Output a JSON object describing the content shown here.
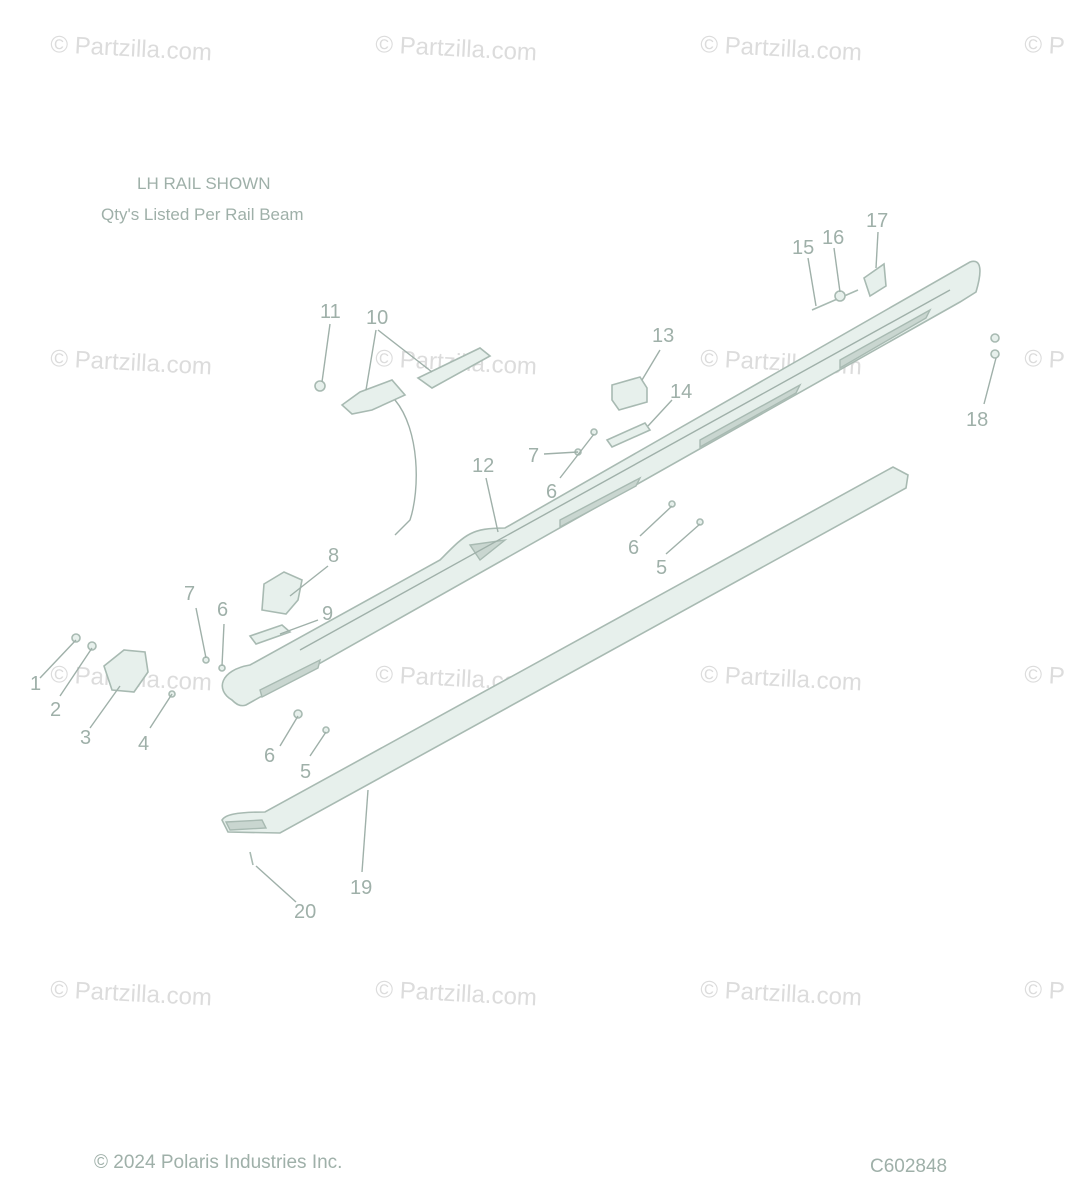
{
  "notes": {
    "rail_side": "LH RAIL SHOWN",
    "qty_note": "Qty's Listed Per Rail Beam"
  },
  "watermark": {
    "text": "© Partzilla.com",
    "partial_text": "© P"
  },
  "callouts": {
    "c1": "1",
    "c2": "2",
    "c3": "3",
    "c4": "4",
    "c5a": "5",
    "c5b": "5",
    "c6a": "6",
    "c6b": "6",
    "c6c": "6",
    "c6d": "6",
    "c7a": "7",
    "c7b": "7",
    "c8": "8",
    "c9": "9",
    "c10": "10",
    "c11": "11",
    "c12": "12",
    "c13": "13",
    "c14": "14",
    "c15": "15",
    "c16": "16",
    "c17": "17",
    "c18": "18",
    "c19": "19",
    "c20": "20"
  },
  "footer": {
    "copyright": "© 2024 Polaris Industries Inc.",
    "drawing_id": "C602848"
  },
  "colors": {
    "line": "#9fb0a9",
    "part_fill": "#e7f0ec",
    "watermark": "#dcdcdc"
  }
}
